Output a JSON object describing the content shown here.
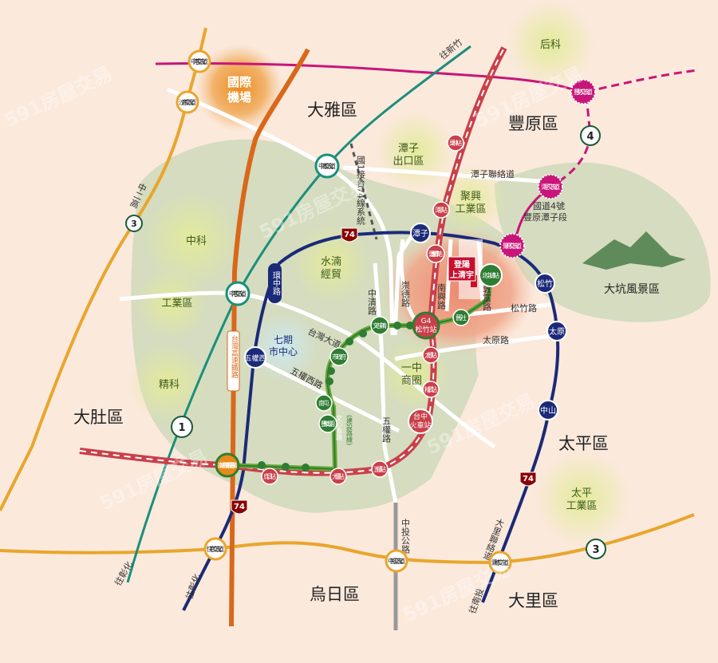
{
  "colors": {
    "background": "#fbe9dc",
    "green_area": "#d5dcbf",
    "freeway4": "#c8157a",
    "hsr": "#d9681a",
    "teal_hwy": "#1a8f7c",
    "prov74": "#1b2a78",
    "railway": "#c9404a",
    "mrt": "#2e7d32",
    "freeway3": "#e8a62c",
    "site": "#c8102e"
  },
  "districts": {
    "daya": "大雅區",
    "fengyuan": "豐原區",
    "dadu": "大肚區",
    "taiping": "太平區",
    "wuri": "烏日區",
    "dali": "大里區",
    "dakeng": "大坑風景區"
  },
  "zones": {
    "houke": "后科",
    "airport_1": "國際",
    "airport_2": "機場",
    "tanzi_export_1": "潭子",
    "tanzi_export_2": "出口區",
    "juxing_1": "聚興",
    "juxing_2": "工業區",
    "zhongke": "中科",
    "shuinan_1": "水湳",
    "shuinan_2": "經貿",
    "industrial": "工業區",
    "jingke": "精科",
    "civic_1": "七期",
    "civic_2": "市中心",
    "yizhong_1": "一中",
    "yizhong_2": "商圈",
    "taiping_ind_1": "太平",
    "taiping_ind_2": "工業區"
  },
  "roads": {
    "tanzi_link": "潭子聯絡道",
    "sys_link": "國1接台74線系統",
    "freeway4_seg_1": "國道4號",
    "freeway4_seg_2": "豐原潭子段",
    "taiwan_blvd": "台灣大道",
    "wuquan_w": "五權西路",
    "zhongqing": "中清路",
    "chongde": "崇德路",
    "nanxing": "南興路",
    "dunfu": "敦富路",
    "songzhu": "松竹路",
    "taiyuan": "太原路",
    "wuquan": "五權路",
    "huanzhong": "環中路",
    "hsr_label": "台灣高速鐵路",
    "zhongtou": "中投公路",
    "dali_link": "大里聯絡道",
    "freeway3_label": "中二高",
    "mrt_line": "文心南路",
    "mrt_note": "(建設路線)",
    "to_hsinchu": "往新竹",
    "to_changhua_1": "往彰化",
    "to_changhua_2": "往彰化",
    "to_nantou": "往南投"
  },
  "interchanges": {
    "zhonggang_n": "中港交流道",
    "shalu": "沙鹿交流道",
    "zhongqing": "中清交流道",
    "zhonggang": "中港交流道",
    "kuaiguan": "快官交流道",
    "zhongtou": "中投交流道",
    "wufeng": "霧峰交流道",
    "fengshi": "豐勢交流道",
    "tanzi": "潭子交流道",
    "juxing": "聚興交流道"
  },
  "ring_stations": {
    "tanzi": "潭子",
    "songzhu": "松竹",
    "taiyuan": "太原",
    "zhongshan": "中山",
    "wuquanxi": "五權西"
  },
  "rail_stations": {
    "lilin": "栗林站",
    "tanzi": "潭子站",
    "toujiacuo": "頭家厝車站",
    "g4": "G4",
    "songzhu": "松竹站",
    "taiyuan": "太原站",
    "jingwu": "精武站",
    "taichung_1": "台中",
    "taichung_2": "火車站",
    "wuquan": "五權站",
    "daqing": "大慶站",
    "wuri": "烏日站",
    "hsr_taichung": "高鐵台中站(三鐵共構)"
  },
  "mrt_stations": {
    "beitun": "北屯總站",
    "jiushe": "舊社",
    "wenxin_zq": "文心中清",
    "city_hall": "市政府",
    "nantun": "南屯",
    "fengle": "豐樂公園"
  },
  "shields": {
    "hwy74": "74",
    "fwy3": "3",
    "fwy1": "1",
    "fwy4": "4"
  },
  "project": {
    "name_1": "登陽",
    "name_2": "上清宇"
  },
  "watermark": "591房屋交易"
}
